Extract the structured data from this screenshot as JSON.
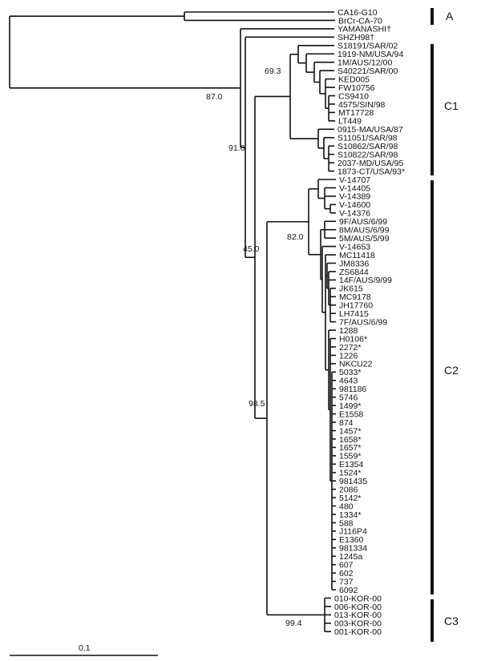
{
  "leaves": [
    "CA16-G10",
    "BrCr-CA-70",
    "YAMANASHI†",
    "SHZH98†",
    "S18191/SAR/02",
    "1919-NM/USA/94",
    "1M/AUS/12/00",
    "S40221/SAR/00",
    "KED005",
    "FW10756",
    "CS9410",
    "4575/SIN/98",
    "MT17728",
    "LT449",
    "0915-MA/USA/87",
    "S11051/SAR/98",
    "S10862/SAR/98",
    "S10822/SAR/98",
    "2037-MD/USA/95",
    "1873-CT/USA/93*",
    "V-14707",
    "V-14405",
    "V-14389",
    "V-14600",
    "V-14376",
    "9F/AUS/6/99",
    "8M/AUS/6/99",
    "5M/AUS/5/99",
    "V-14653",
    "MC11418",
    "JM8336",
    "ZS6844",
    "14F/AUS/9/99",
    "JK615",
    "MC9178",
    "JH17760",
    "LH7415",
    "7F/AUS/6/99",
    "1288",
    "H0106*",
    "2272*",
    "1226",
    "NKCU22",
    "5033*",
    "4643",
    "981186",
    "5746",
    "1499*",
    "E1558",
    "874",
    "1457*",
    "1658*",
    "1657*",
    "1559*",
    "E1354",
    "1524*",
    "981435",
    "2086",
    "5142*",
    "480",
    "1334*",
    "588",
    "J116P4",
    "E1360",
    "981334",
    "1245a",
    "607",
    "602",
    "737",
    "6092",
    "010-KOR-00",
    "006-KOR-00",
    "013-KOR-00",
    "003-KOR-00",
    "001-KOR-00"
  ],
  "bootstrap": {
    "b87": "87.0",
    "b69": "69.3",
    "b91": "91.6",
    "b45": "45.0",
    "b82": "82.0",
    "b98": "98.5",
    "b99": "99.4"
  },
  "clades": {
    "A": "A",
    "C1": "C1",
    "C2": "C2",
    "C3": "C3"
  },
  "scale": {
    "label": "0.1"
  }
}
